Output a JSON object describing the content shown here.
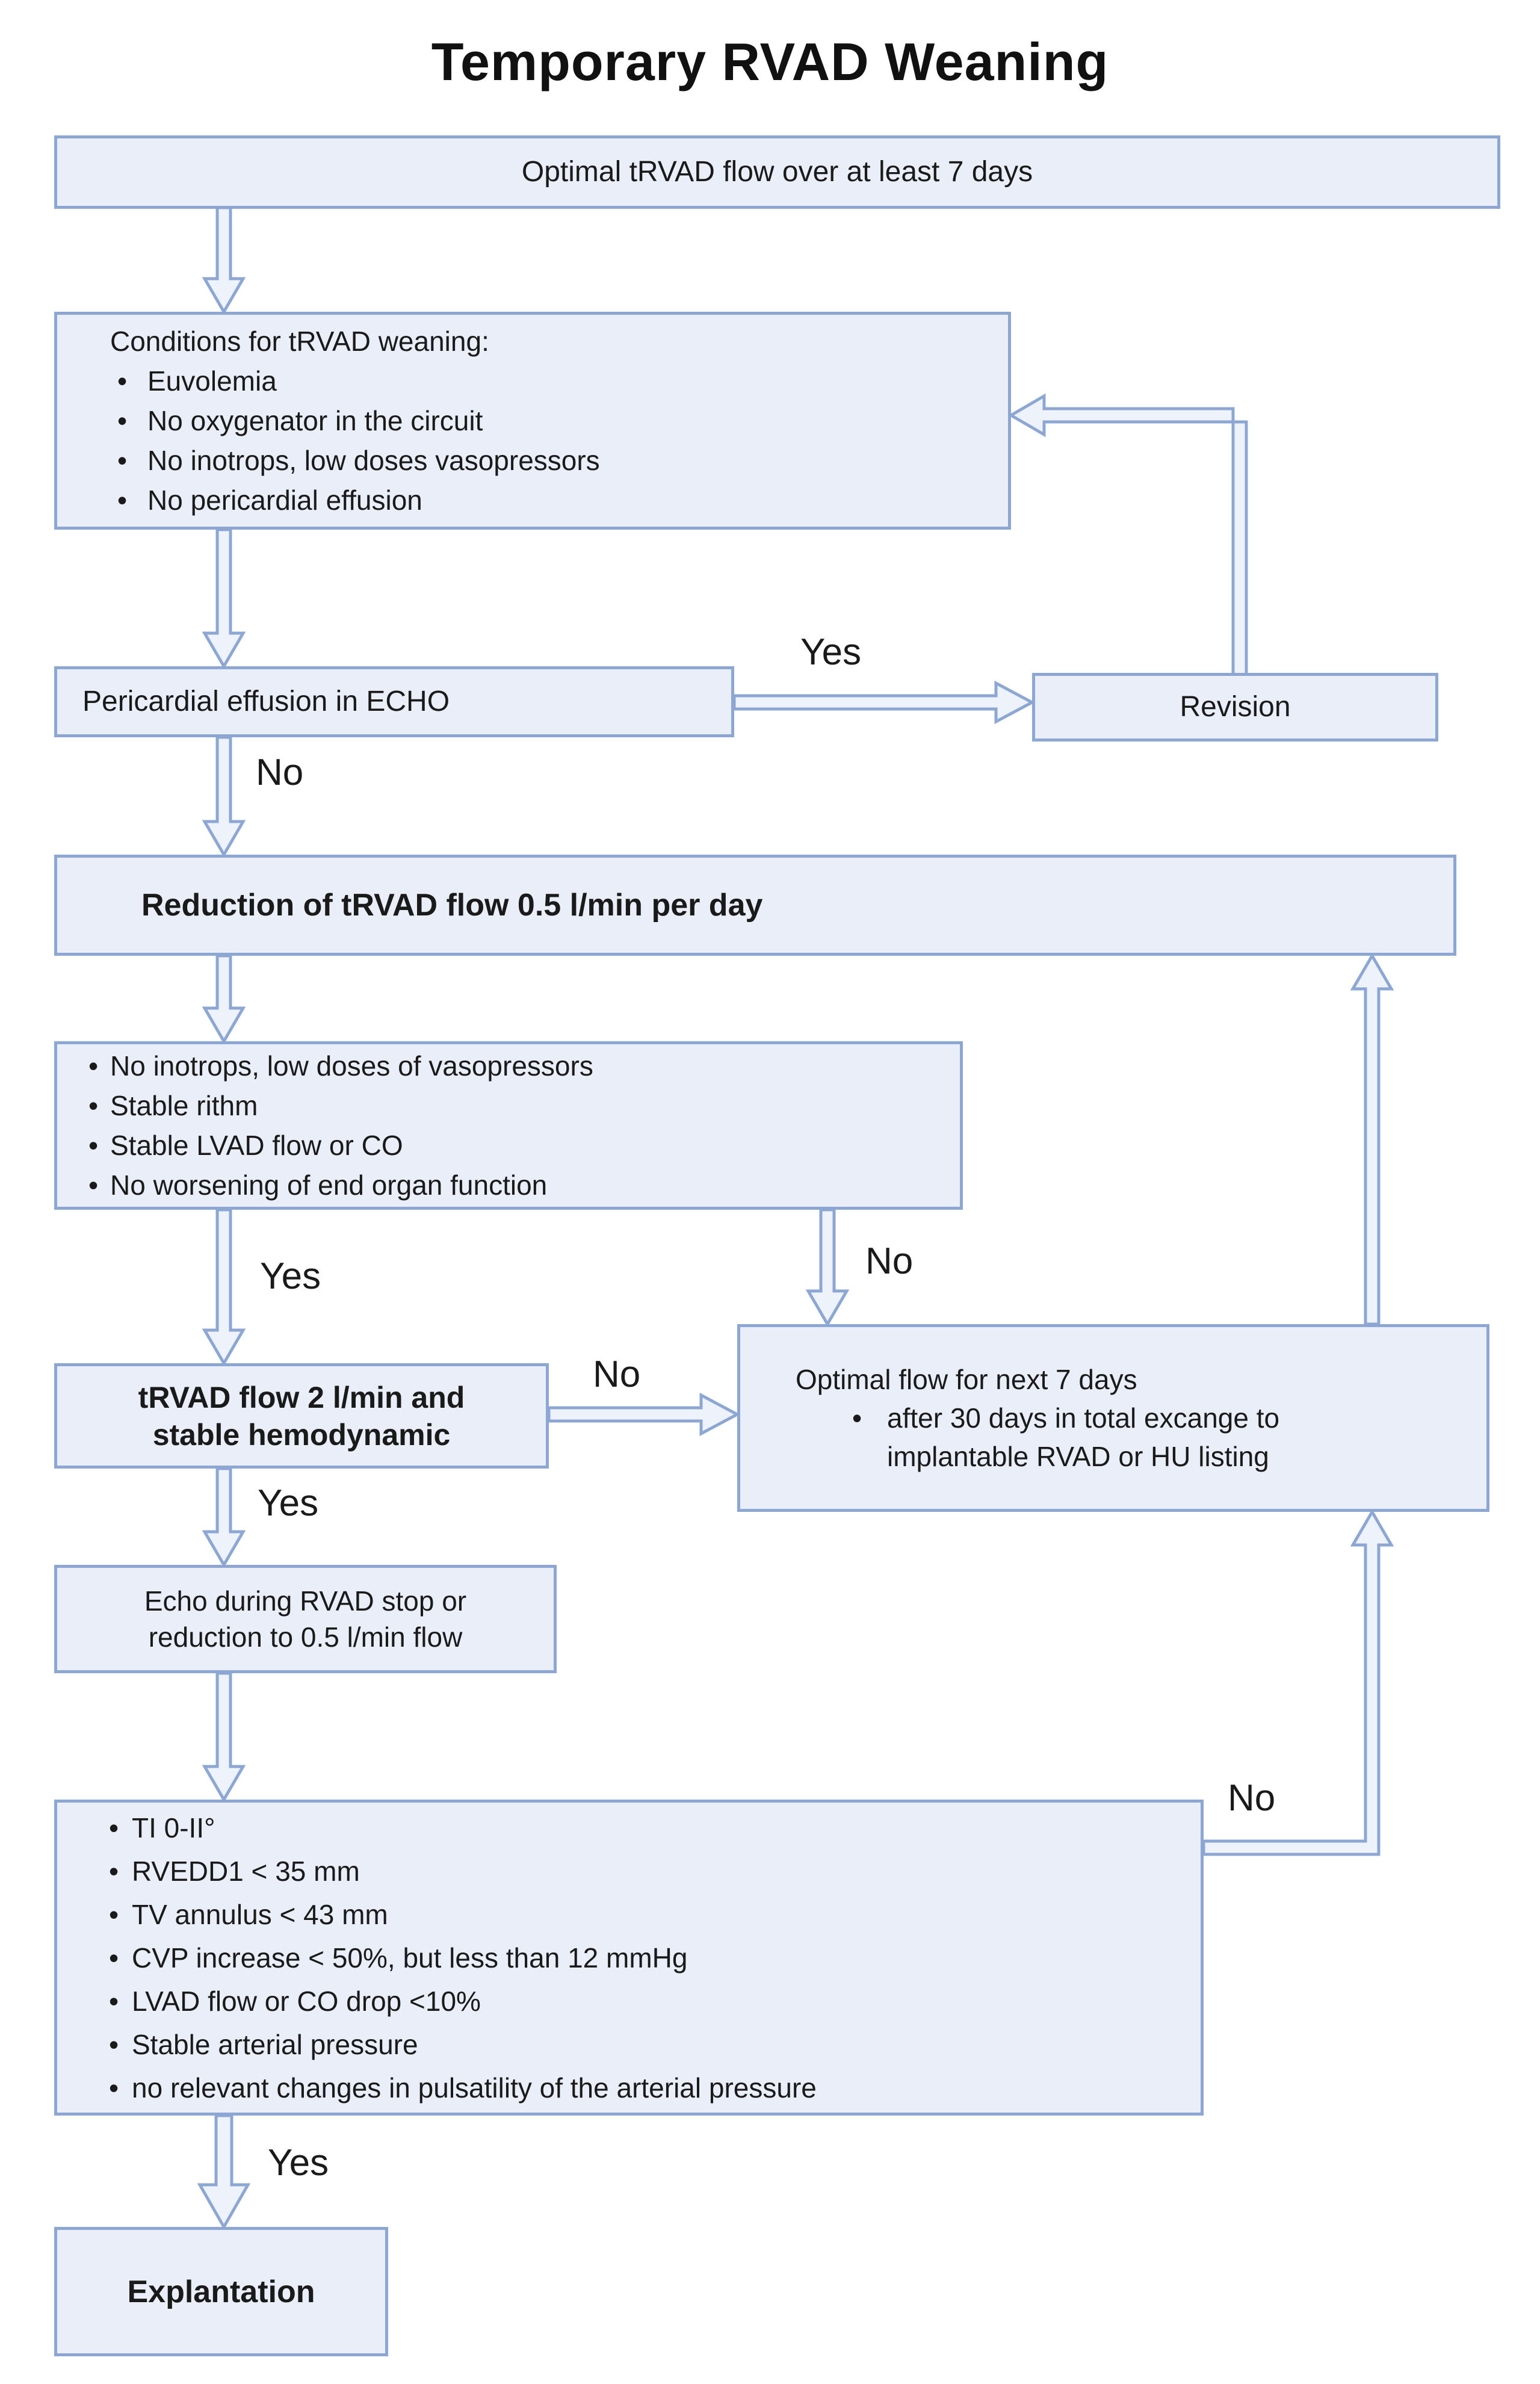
{
  "title": "Temporary RVAD Weaning",
  "theme": {
    "box_fill": "#e9eef8",
    "box_border": "#8da7d5",
    "arrow_fill": "#eef2fb",
    "arrow_stroke": "#8da7d5",
    "text_color": "#1a1a1a"
  },
  "nodes": {
    "optimal_flow": {
      "text": "Optimal tRVAD flow over at least 7 days"
    },
    "conditions": {
      "header": "Conditions for tRVAD weaning:",
      "bullets": [
        "Euvolemia",
        "No oxygenator in the circuit",
        "No inotrops, low doses vasopressors",
        "No pericardial effusion"
      ]
    },
    "pericardial_echo": {
      "text": "Pericardial effusion in ECHO"
    },
    "revision": {
      "text": "Revision"
    },
    "reduction": {
      "text": "Reduction of tRVAD flow 0.5 l/min per day"
    },
    "stability_check": {
      "bullets": [
        "No inotrops, low doses of vasopressors",
        "Stable rithm",
        "Stable LVAD flow or CO",
        "No worsening of end organ function"
      ]
    },
    "trvad_2lmin": {
      "text": "tRVAD flow 2 l/min and stable hemodynamic"
    },
    "optimal_next7": {
      "header": "Optimal flow for next 7 days",
      "bullets": [
        "after 30 days in total excange to implantable RVAD or HU listing"
      ]
    },
    "echo_stop": {
      "text": "Echo during RVAD stop or reduction to 0.5 l/min flow"
    },
    "weaning_criteria": {
      "bullets": [
        "TI 0-II°",
        "RVEDD1 < 35 mm",
        "TV annulus < 43 mm",
        "CVP increase < 50%, but less than 12 mmHg",
        "LVAD flow or CO drop <10%",
        "Stable arterial pressure",
        "no relevant changes in pulsatility of the arterial pressure"
      ]
    },
    "explantation": {
      "text": "Explantation"
    }
  },
  "labels": {
    "echo_yes": "Yes",
    "echo_no": "No",
    "stability_yes": "Yes",
    "stability_no": "No",
    "trvad_no": "No",
    "trvad_yes": "Yes",
    "criteria_no": "No",
    "criteria_yes": "Yes"
  }
}
